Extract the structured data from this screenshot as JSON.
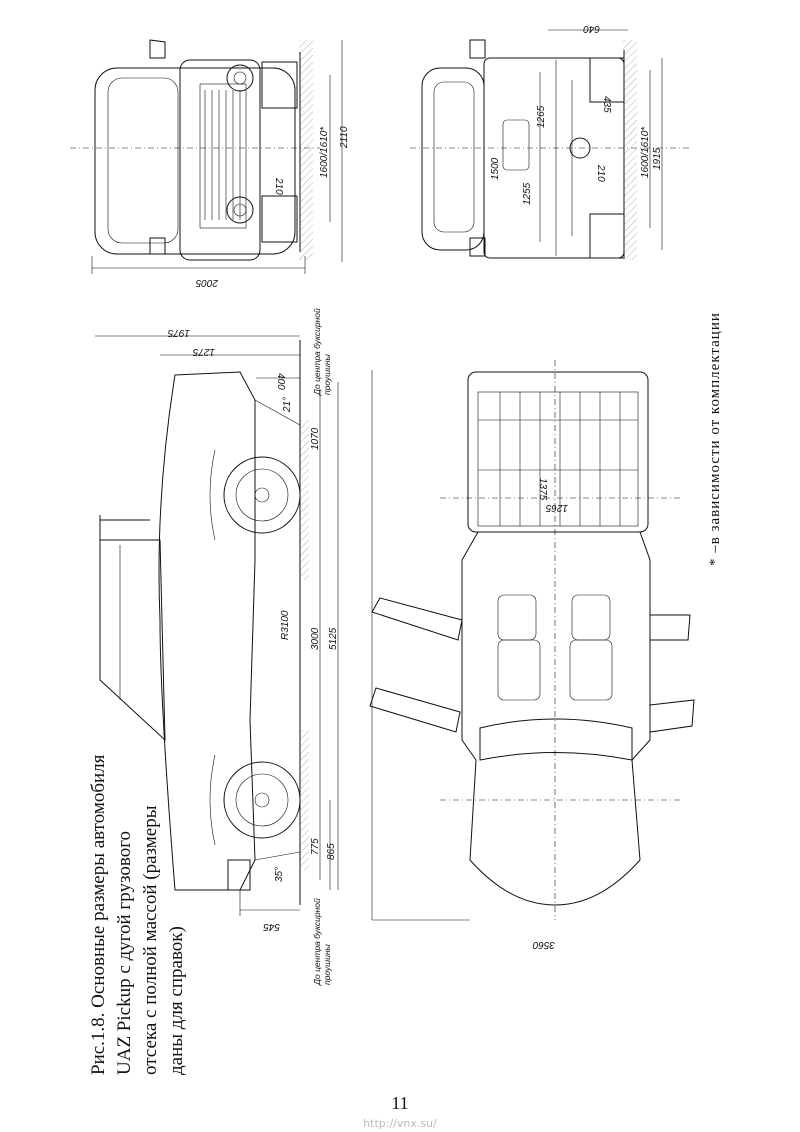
{
  "caption": {
    "line1": "Рис.1.8. Основные размеры автомобиля",
    "line2": "UAZ Pickup с дугой грузового",
    "line3": "отсека с полной массой (размеры",
    "line4": "даны для справок)"
  },
  "footnote": "* –в зависимости от комплектации",
  "page_number": "11",
  "url": "http://vnx.su/",
  "dimensions": {
    "front_width_total": "2005",
    "front_track": "1600/1610*",
    "front_height": "2110",
    "front_clearance": "210",
    "rear_width": "1915",
    "rear_track": "1600/1610*",
    "rear_640": "640",
    "rear_435": "435",
    "rear_1265": "1265",
    "rear_1500": "1500",
    "rear_1255": "1255",
    "rear_clearance": "210",
    "side_1975": "1975",
    "side_1275": "1275",
    "side_400": "400",
    "side_angle_rear": "21°",
    "side_1070": "1070",
    "side_wheelbase": "3000",
    "side_radius": "R3100",
    "side_length": "5125",
    "side_775": "775",
    "side_865": "865",
    "side_angle_front": "35°",
    "side_545": "545",
    "tow_note_top": "До центра буксирной проушины",
    "tow_note_bottom": "До центра буксирной проушины",
    "top_1375": "1375",
    "top_1265": "1265",
    "top_3560": "3560"
  }
}
